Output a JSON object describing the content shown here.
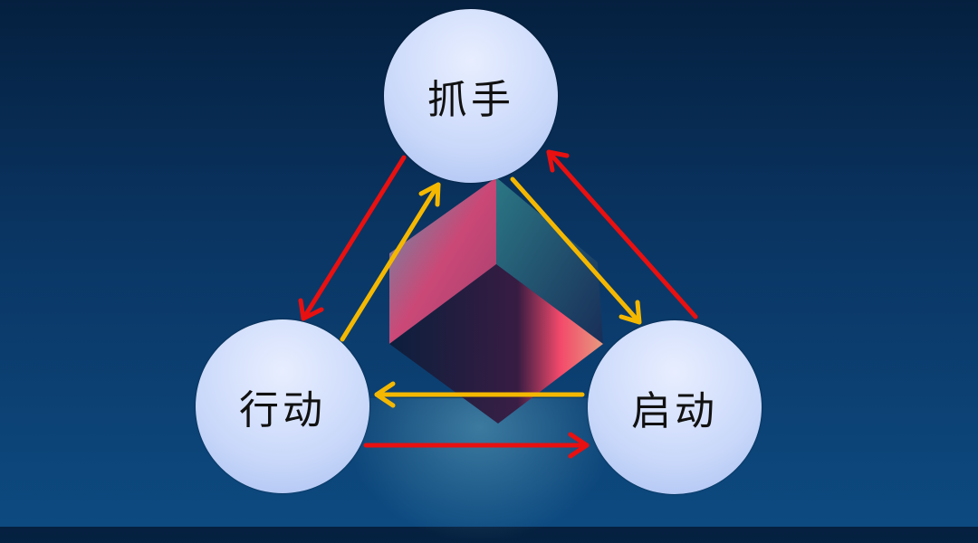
{
  "diagram": {
    "nodes": [
      {
        "id": "top",
        "label": "抓手"
      },
      {
        "id": "left",
        "label": "行动"
      },
      {
        "id": "right",
        "label": "启动"
      }
    ],
    "edges": [
      {
        "from": "top",
        "to": "left",
        "color": "#e81010"
      },
      {
        "from": "right",
        "to": "top",
        "color": "#e81010"
      },
      {
        "from": "left",
        "to": "right",
        "color": "#e81010"
      },
      {
        "from": "left",
        "to": "top",
        "color": "#f5b800"
      },
      {
        "from": "top",
        "to": "right",
        "color": "#f5b800"
      },
      {
        "from": "right",
        "to": "left",
        "color": "#f5b800"
      }
    ],
    "colors": {
      "background_top": "#05203f",
      "background_bottom": "#0d4a80",
      "node_fill": "#d2defa",
      "red": "#e81010",
      "yellow": "#f5b800"
    }
  }
}
